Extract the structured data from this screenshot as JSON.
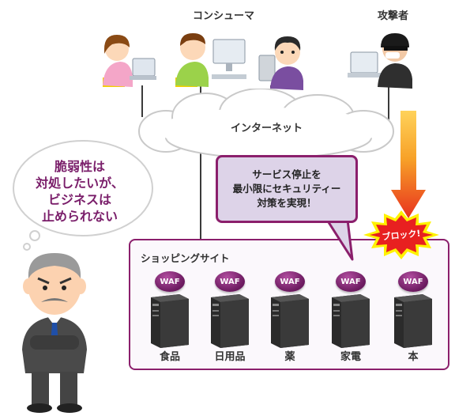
{
  "labels": {
    "consumer": "コンシューマ",
    "attacker": "攻撃者",
    "internet": "インターネット",
    "site_title": "ショッピングサイト",
    "block": "ブロック!"
  },
  "thought_lines": [
    "脆弱性は",
    "対処したいが、",
    "ビジネスは",
    "止められない"
  ],
  "bubble_lines": [
    "サービス停止を",
    "最小限にセキュリティー",
    "対策を実現！"
  ],
  "servers": [
    {
      "waf": "WAF",
      "label": "食品"
    },
    {
      "waf": "WAF",
      "label": "日用品"
    },
    {
      "waf": "WAF",
      "label": "薬"
    },
    {
      "waf": "WAF",
      "label": "家電"
    },
    {
      "waf": "WAF",
      "label": "本"
    }
  ],
  "colors": {
    "accent": "#8b1f6c",
    "bubble_fill": "#ddd3e8",
    "waf": "#8e2d7d",
    "arrow_top": "#f7a128",
    "arrow_bottom": "#e8321e",
    "block_badge": "#e82020"
  }
}
